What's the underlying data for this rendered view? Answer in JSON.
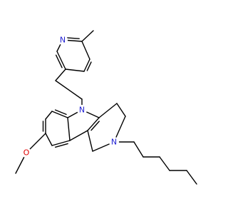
{
  "colors": {
    "bond": "#000000",
    "nitrogen": "#1f1fd2",
    "oxygen": "#e00000",
    "background": "#ffffff"
  },
  "atoms": {
    "pyridine_nitrogen": "N",
    "indole_nitrogen": "N",
    "ring_nitrogen": "N",
    "methoxy_oxygen": "O"
  }
}
